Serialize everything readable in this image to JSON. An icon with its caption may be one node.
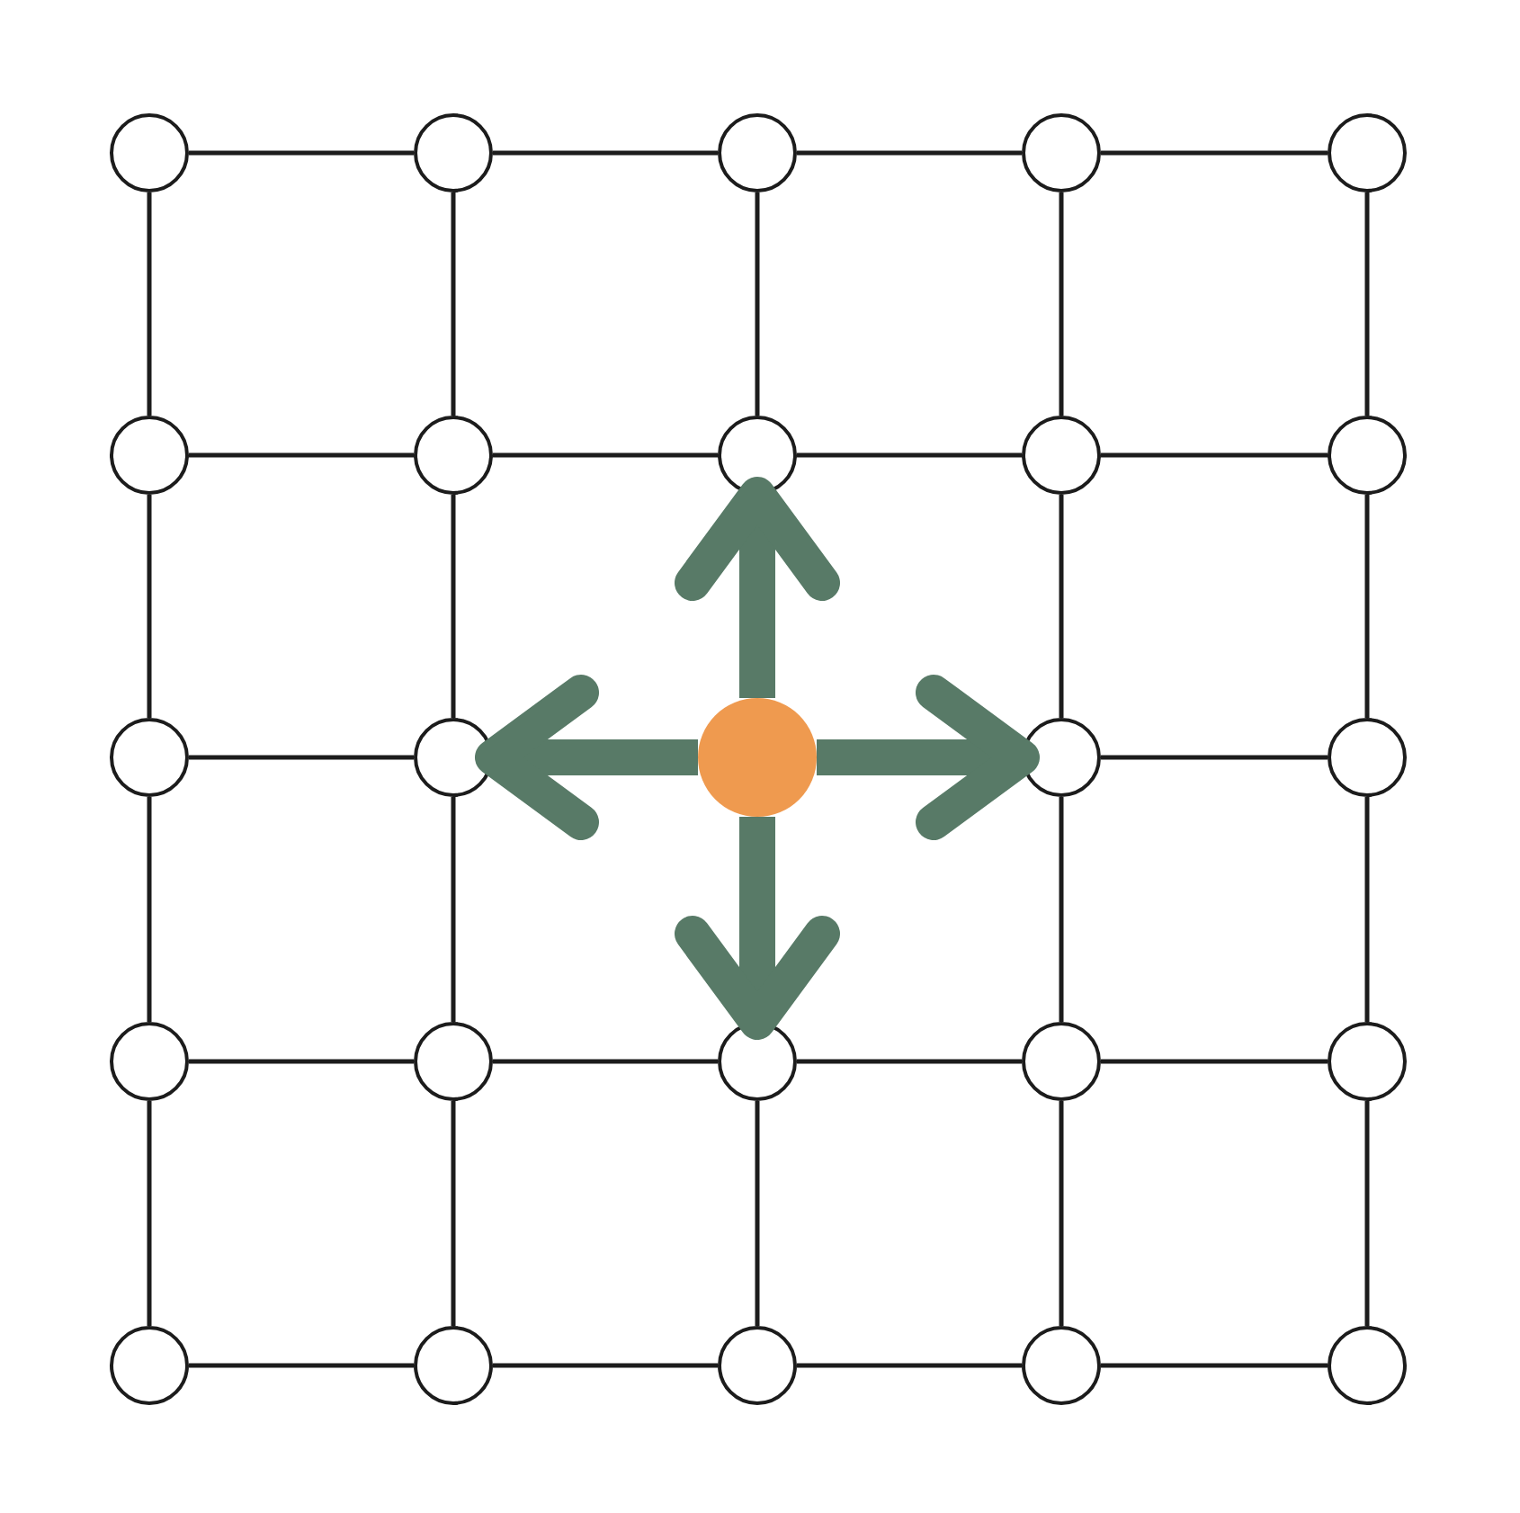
{
  "diagram": {
    "nodes": [
      {
        "text": [],
        "shape": "circle"
      },
      {
        "text": [],
        "shape": "circle"
      },
      {
        "text": [],
        "shape": "circle"
      },
      {
        "text": [],
        "shape": "circle"
      },
      {
        "text": [],
        "shape": "circle"
      },
      {
        "text": [],
        "shape": "circle"
      },
      {
        "text": [],
        "shape": "circle"
      },
      {
        "text": [],
        "shape": "circle"
      },
      {
        "text": [],
        "shape": "circle"
      },
      {
        "text": [],
        "shape": "circle"
      },
      {
        "text": [],
        "shape": "circle"
      },
      {
        "text": [],
        "shape": "circle"
      },
      {
        "text": [],
        "shape": "circle"
      },
      {
        "text": [],
        "shape": "circle"
      },
      {
        "text": [],
        "shape": "circle"
      },
      {
        "text": [],
        "shape": "circle"
      },
      {
        "text": [],
        "shape": "circle"
      },
      {
        "text": [],
        "shape": "circle"
      },
      {
        "text": [],
        "shape": "circle"
      },
      {
        "text": [],
        "shape": "circle"
      },
      {
        "text": [],
        "shape": "circle"
      },
      {
        "text": [],
        "shape": "circle"
      },
      {
        "text": [],
        "shape": "circle"
      },
      {
        "text": [],
        "shape": "circle"
      },
      {
        "text": [],
        "shape": "circle"
      }
    ],
    "edges": [
      {
        "from": 0,
        "to": 1,
        "arrow": "none"
      },
      {
        "from": 1,
        "to": 2,
        "arrow": "none"
      },
      {
        "from": 2,
        "to": 3,
        "arrow": "none"
      },
      {
        "from": 3,
        "to": 4,
        "arrow": "none"
      },
      {
        "from": 5,
        "to": 6,
        "arrow": "none"
      },
      {
        "from": 6,
        "to": 7,
        "arrow": "none"
      },
      {
        "from": 7,
        "to": 8,
        "arrow": "none"
      },
      {
        "from": 8,
        "to": 9,
        "arrow": "none"
      },
      {
        "from": 10,
        "to": 11,
        "arrow": "none"
      },
      {
        "from": 13,
        "to": 14,
        "arrow": "none"
      },
      {
        "from": 15,
        "to": 16,
        "arrow": "none"
      },
      {
        "from": 16,
        "to": 17,
        "arrow": "none"
      },
      {
        "from": 17,
        "to": 18,
        "arrow": "none"
      },
      {
        "from": 18,
        "to": 19,
        "arrow": "none"
      },
      {
        "from": 20,
        "to": 21,
        "arrow": "none"
      },
      {
        "from": 21,
        "to": 22,
        "arrow": "none"
      },
      {
        "from": 22,
        "to": 23,
        "arrow": "none"
      },
      {
        "from": 23,
        "to": 24,
        "arrow": "none"
      },
      {
        "from": 0,
        "to": 5,
        "arrow": "none"
      },
      {
        "from": 1,
        "to": 6,
        "arrow": "none"
      },
      {
        "from": 2,
        "to": 7,
        "arrow": "none"
      },
      {
        "from": 3,
        "to": 8,
        "arrow": "none"
      },
      {
        "from": 4,
        "to": 9,
        "arrow": "none"
      },
      {
        "from": 5,
        "to": 10,
        "arrow": "none"
      },
      {
        "from": 6,
        "to": 11,
        "arrow": "none"
      },
      {
        "from": 8,
        "to": 13,
        "arrow": "none"
      },
      {
        "from": 9,
        "to": 14,
        "arrow": "none"
      },
      {
        "from": 10,
        "to": 15,
        "arrow": "none"
      },
      {
        "from": 11,
        "to": 16,
        "arrow": "none"
      },
      {
        "from": 13,
        "to": 18,
        "arrow": "none"
      },
      {
        "from": 14,
        "to": 19,
        "arrow": "none"
      },
      {
        "from": 15,
        "to": 20,
        "arrow": "none"
      },
      {
        "from": 16,
        "to": 21,
        "arrow": "none"
      },
      {
        "from": 17,
        "to": 22,
        "arrow": "none"
      },
      {
        "from": 18,
        "to": 23,
        "arrow": "none"
      },
      {
        "from": 19,
        "to": 24,
        "arrow": "none"
      },
      {
        "from": 12,
        "to": 7,
        "arrow": "to",
        "style": "thick",
        "color": "#587a67"
      },
      {
        "from": 12,
        "to": 11,
        "arrow": "to",
        "style": "thick",
        "color": "#587a67"
      },
      {
        "from": 12,
        "to": 13,
        "arrow": "to",
        "style": "thick",
        "color": "#587a67"
      },
      {
        "from": 12,
        "to": 17,
        "arrow": "to",
        "style": "thick",
        "color": "#587a67"
      }
    ]
  }
}
